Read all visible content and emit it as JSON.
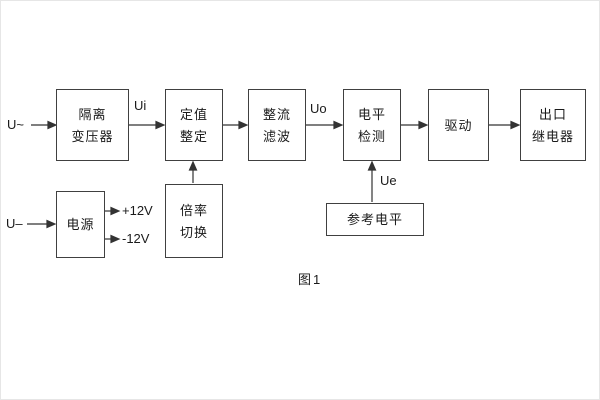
{
  "figure": {
    "caption": "图1",
    "colors": {
      "ink": "#1a1a1a",
      "line": "#333333",
      "background": "#ffffff"
    }
  },
  "diagram": {
    "boxes": {
      "isolation_transformer": {
        "line1": "隔离",
        "line2": "变压器"
      },
      "setting": {
        "line1": "定值",
        "line2": "整定"
      },
      "rectifier_filter": {
        "line1": "整流",
        "line2": "滤波"
      },
      "level_detect": {
        "line1": "电平",
        "line2": "检测"
      },
      "drive": {
        "line1": "驱动"
      },
      "output_relay": {
        "line1": "出口",
        "line2": "继电器"
      },
      "power": {
        "line1": "电源"
      },
      "multiplier_switch": {
        "line1": "倍率",
        "line2": "切换"
      },
      "reference_level": {
        "line1": "参考电平"
      }
    },
    "labels": {
      "input_ac": "U~",
      "ui": "Ui",
      "uo": "Uo",
      "input_dc": "U–",
      "plus12v": "+12V",
      "minus12v": "-12V",
      "ue": "Ue"
    }
  }
}
